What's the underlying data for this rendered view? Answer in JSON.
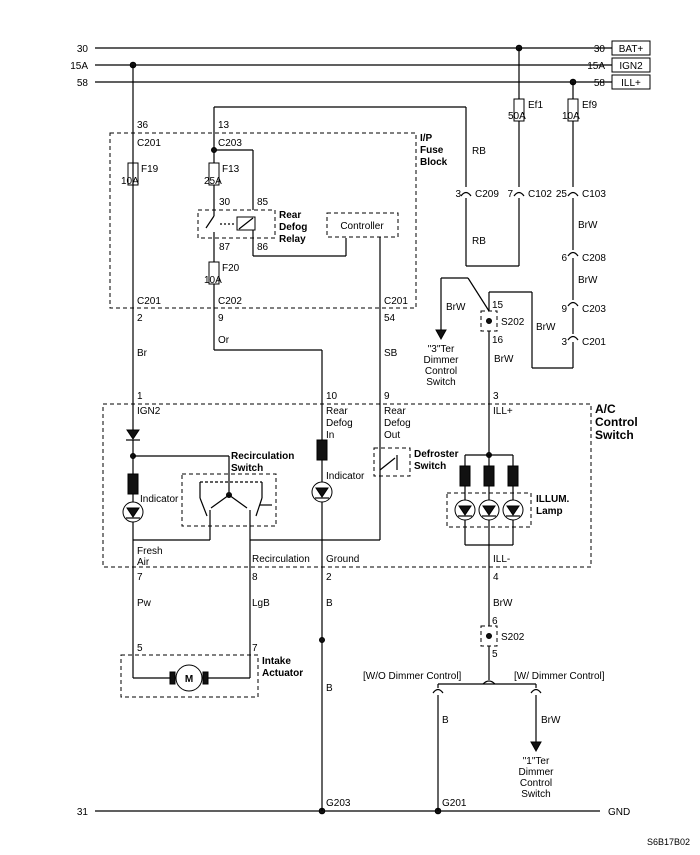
{
  "rails": {
    "bat_num": "30",
    "bat_right": "30",
    "bat_tag": "BAT+",
    "ign_num": "15A",
    "ign_right": "15A",
    "ign_tag": "IGN2",
    "ill_num": "58",
    "ill_right": "58",
    "ill_tag": "ILL+",
    "gnd_num": "31",
    "gnd_tag": "GND"
  },
  "fuse_block": {
    "title": [
      "I/P",
      "Fuse",
      "Block"
    ],
    "pin36": "36",
    "c201_top": "C201",
    "pin13": "13",
    "c203_top": "C203",
    "f19": "F19",
    "f19_amp": "10A",
    "f13": "F13",
    "f13_amp": "25A",
    "relay_title": [
      "Rear",
      "Defog",
      "Relay"
    ],
    "r30": "30",
    "r85": "85",
    "r87": "87",
    "r86": "86",
    "controller": "Controller",
    "f20": "F20",
    "f20_amp": "10A",
    "c201_bot_l": "C201",
    "c202_bot": "C202",
    "c201_bot_r": "C201",
    "pin2": "2",
    "pin9": "9",
    "pin54": "54"
  },
  "engine_fuses": {
    "ef1": "Ef1",
    "ef1_amp": "50A",
    "ef9": "Ef9",
    "ef9_amp": "10A"
  },
  "connectors": {
    "c209_pin": "3",
    "c209": "C209",
    "c102_pin": "7",
    "c102": "C102",
    "c103_pin": "25",
    "c103": "C103",
    "c208_pin": "6",
    "c208": "C208",
    "c203_pin": "9",
    "c203": "C203",
    "c201_pin": "3",
    "c201": "C201",
    "s202_top_in": "15",
    "s202_top": "S202",
    "s202_top_out": "16",
    "s202_bot_in": "6",
    "s202_bot": "S202",
    "s202_bot_out": "5"
  },
  "wires": {
    "rb1": "RB",
    "rb2": "RB",
    "brw1": "BrW",
    "brw2": "BrW",
    "brw3": "BrW",
    "brw4": "BrW",
    "brw5": "BrW",
    "brw6": "BrW",
    "brw7": "BrW",
    "br": "Br",
    "or": "Or",
    "sb": "SB",
    "pw": "Pw",
    "lgb": "LgB",
    "b1": "B",
    "b2": "B",
    "b3": "B"
  },
  "dimmer3": [
    "\"3\"Ter",
    "Dimmer",
    "Control",
    "Switch"
  ],
  "dimmer1": [
    "\"1\"Ter",
    "Dimmer",
    "Control",
    "Switch"
  ],
  "ac_switch": {
    "title": [
      "A/C",
      "Control",
      "Switch"
    ],
    "pin1": "1",
    "ign2": "IGN2",
    "pin10": "10",
    "rear_defog_in": [
      "Rear",
      "Defog",
      "In"
    ],
    "pin9": "9",
    "rear_defog_out": [
      "Rear",
      "Defog",
      "Out"
    ],
    "pin3": "3",
    "ill_plus": "ILL+",
    "recirc_switch": [
      "Recirculation",
      "Switch"
    ],
    "indicator_l": "Indicator",
    "indicator_m": "Indicator",
    "defroster": [
      "Defroster",
      "Switch"
    ],
    "illum": [
      "ILLUM.",
      "Lamp"
    ],
    "fresh_air": [
      "Fresh",
      "Air"
    ],
    "recirculation": "Recirculation",
    "ground": "Ground",
    "ill_minus": "ILL-",
    "pin7": "7",
    "pin8": "8",
    "pin2": "2",
    "pin4": "4"
  },
  "actuator": {
    "title": [
      "Intake",
      "Actuator"
    ],
    "motor": "M",
    "pin5": "5",
    "pin7": "7"
  },
  "dimmer_options": {
    "without": "[W/O Dimmer Control]",
    "with": "[W/ Dimmer Control]"
  },
  "grounds": {
    "g203": "G203",
    "g201": "G201"
  },
  "code": "S6B17B02"
}
